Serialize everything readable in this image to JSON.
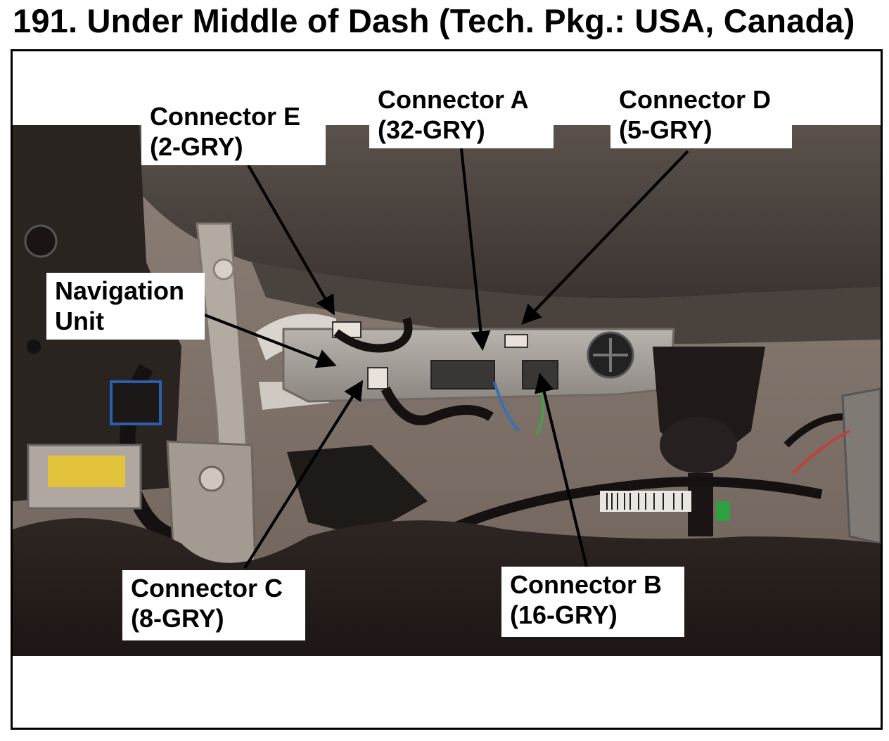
{
  "title": "191. Under Middle of Dash (Tech. Pkg.: USA, Canada)",
  "labels": {
    "connector_e": {
      "name": "Connector E",
      "spec": "(2-GRY)"
    },
    "connector_a": {
      "name": "Connector A",
      "spec": "(32-GRY)"
    },
    "connector_d": {
      "name": "Connector D",
      "spec": "(5-GRY)"
    },
    "navigation_unit": {
      "line1": "Navigation",
      "line2": "Unit"
    },
    "connector_c": {
      "name": "Connector C",
      "spec": "(8-GRY)"
    },
    "connector_b": {
      "name": "Connector B",
      "spec": "(16-GRY)"
    }
  }
}
